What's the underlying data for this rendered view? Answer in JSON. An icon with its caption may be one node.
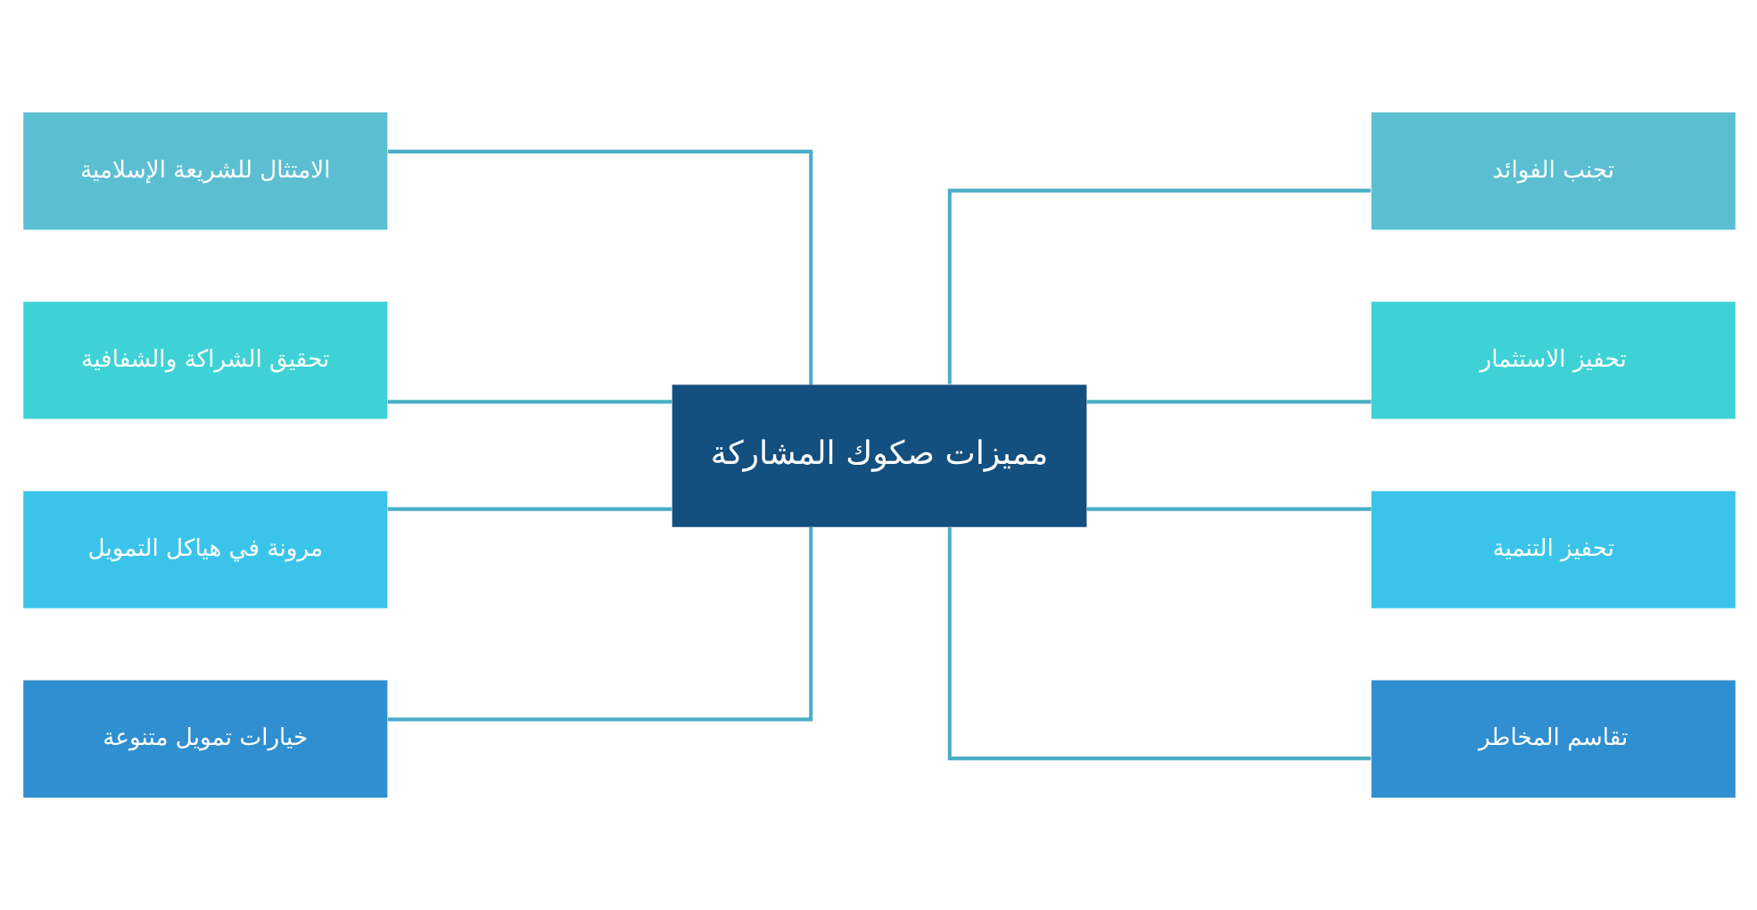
{
  "diagram": {
    "nodes": [
      {
        "text": [
          "الامتثال للشريعة الإسلامية"
        ]
      },
      {
        "text": [
          "تحقيق الشراكة والشفافية"
        ]
      },
      {
        "text": [
          "مرونة في هياكل التمويل"
        ]
      },
      {
        "text": [
          "خيارات تمويل متنوعة"
        ]
      },
      {
        "text": [
          "مميزات صكوك المشاركة"
        ]
      },
      {
        "text": [
          "تجنب الفوائد"
        ]
      },
      {
        "text": [
          "تحفيز الاستثمار"
        ]
      },
      {
        "text": [
          "تحفيز التنمية"
        ]
      },
      {
        "text": [
          "تقاسم المخاطر"
        ]
      }
    ],
    "edges": [
      {
        "from": 0,
        "to": 4,
        "arrow": "none"
      },
      {
        "from": 1,
        "to": 4,
        "arrow": "none"
      },
      {
        "from": 2,
        "to": 4,
        "arrow": "none"
      },
      {
        "from": 3,
        "to": 4,
        "arrow": "none"
      },
      {
        "from": 4,
        "to": 5,
        "arrow": "none"
      },
      {
        "from": 4,
        "to": 6,
        "arrow": "none"
      },
      {
        "from": 4,
        "to": 7,
        "arrow": "none"
      },
      {
        "from": 4,
        "to": 8,
        "arrow": "none"
      }
    ]
  }
}
